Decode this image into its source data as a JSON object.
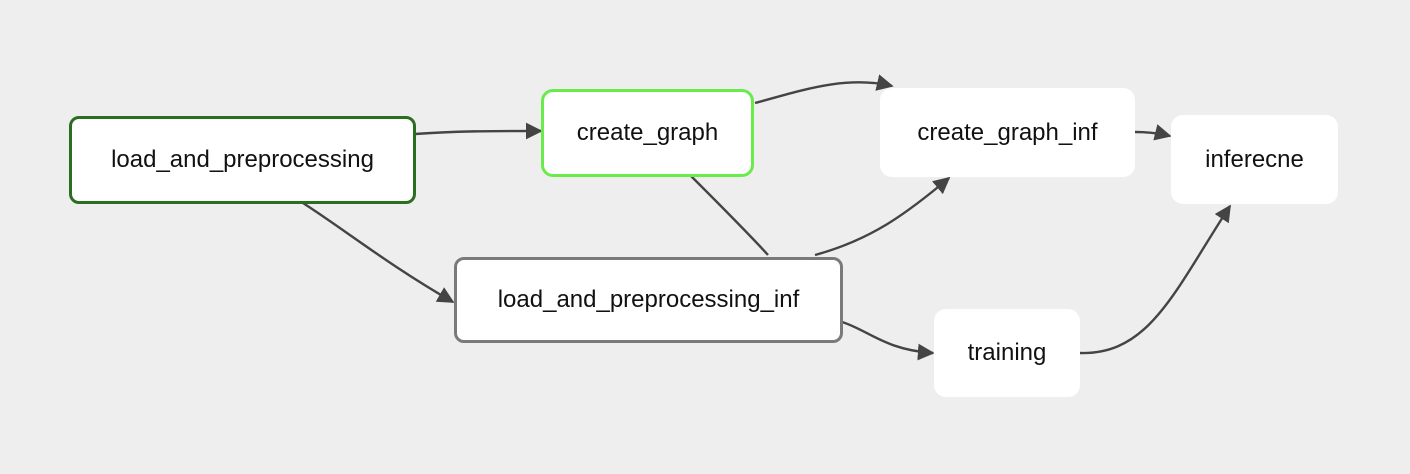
{
  "dag": {
    "nodes": [
      {
        "id": "load_and_preprocessing",
        "label": "load_and_preprocessing",
        "state": "success",
        "color": "#2b6e1f"
      },
      {
        "id": "create_graph",
        "label": "create_graph",
        "state": "running",
        "color": "#6aeb4c"
      },
      {
        "id": "create_graph_inf",
        "label": "create_graph_inf",
        "state": "none",
        "color": "#ffffff"
      },
      {
        "id": "inferecne",
        "label": "inferecne",
        "state": "none",
        "color": "#ffffff"
      },
      {
        "id": "load_and_preprocessing_inf",
        "label": "load_and_preprocessing_inf",
        "state": "queued",
        "color": "#7a7a7a"
      },
      {
        "id": "training",
        "label": "training",
        "state": "none",
        "color": "#ffffff"
      }
    ],
    "edges": [
      {
        "from": "load_and_preprocessing",
        "to": "create_graph"
      },
      {
        "from": "load_and_preprocessing",
        "to": "load_and_preprocessing_inf"
      },
      {
        "from": "create_graph",
        "to": "create_graph_inf"
      },
      {
        "from": "create_graph",
        "to": "training"
      },
      {
        "from": "load_and_preprocessing_inf",
        "to": "create_graph_inf"
      },
      {
        "from": "load_and_preprocessing_inf",
        "to": "training"
      },
      {
        "from": "create_graph_inf",
        "to": "inferecne"
      },
      {
        "from": "training",
        "to": "inferecne"
      }
    ],
    "colors": {
      "background": "#eeeeee",
      "edge": "#444444",
      "node_fill": "#ffffff"
    }
  }
}
